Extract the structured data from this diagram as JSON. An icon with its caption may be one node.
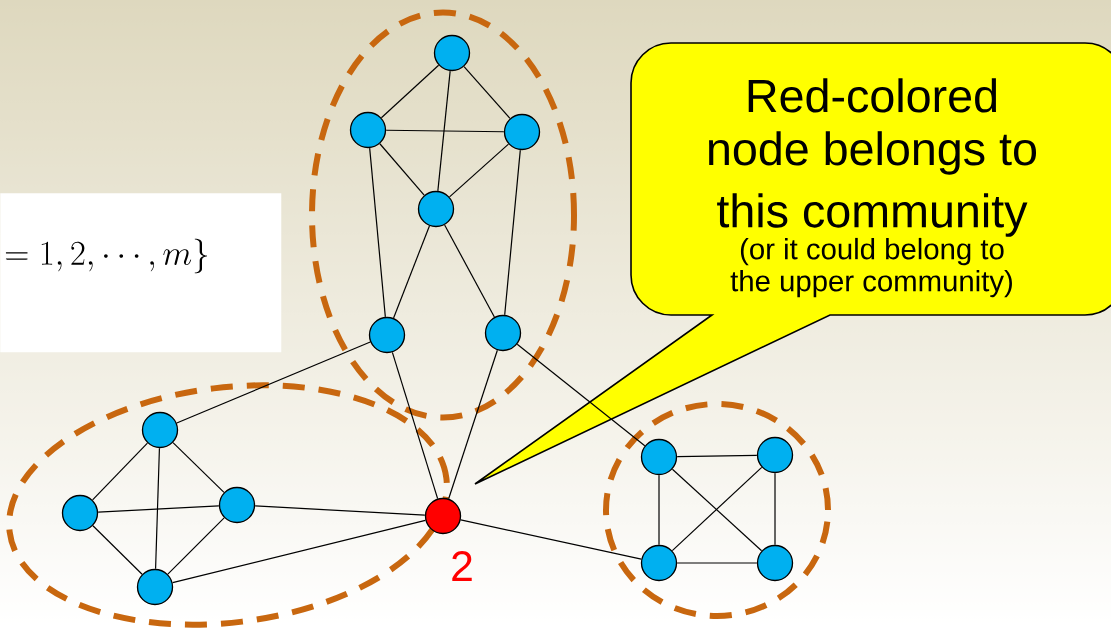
{
  "diagram": {
    "nodes": [
      {
        "text": [],
        "shape": "ellipse"
      },
      {
        "text": [],
        "shape": "circle",
        "in": 0
      },
      {
        "text": [],
        "shape": "circle",
        "in": 0
      },
      {
        "text": [],
        "shape": "circle",
        "in": 0
      },
      {
        "text": [],
        "shape": "circle",
        "in": 0
      },
      {
        "text": [],
        "shape": "circle",
        "in": 0
      },
      {
        "text": [],
        "shape": "circle",
        "in": 0
      },
      {
        "text": [],
        "shape": "ellipse"
      },
      {
        "text": [],
        "shape": "circle",
        "in": 7
      },
      {
        "text": [],
        "shape": "circle",
        "in": 7
      },
      {
        "text": [],
        "shape": "circle",
        "in": 7
      },
      {
        "text": [],
        "shape": "circle",
        "in": 7
      },
      {
        "text": [],
        "shape": "circle",
        "beside": [
          "2"
        ]
      },
      {
        "text": [],
        "shape": "ellipse"
      },
      {
        "text": [],
        "shape": "circle",
        "in": 13
      },
      {
        "text": [],
        "shape": "circle",
        "in": 13
      },
      {
        "text": [],
        "shape": "circle",
        "in": 13
      },
      {
        "text": [],
        "shape": "circle",
        "in": 13
      },
      {
        "text": [
          "Red-colored node belongs to this community",
          "(or it could belong to the upper community)"
        ]
      }
    ],
    "edges": [
      {
        "from": 1,
        "to": 2,
        "arrow": "none"
      },
      {
        "from": 1,
        "to": 3,
        "arrow": "none"
      },
      {
        "from": 1,
        "to": 4,
        "arrow": "none"
      },
      {
        "from": 2,
        "to": 3,
        "arrow": "none"
      },
      {
        "from": 2,
        "to": 4,
        "arrow": "none"
      },
      {
        "from": 3,
        "to": 4,
        "arrow": "none"
      },
      {
        "from": 2,
        "to": 5,
        "arrow": "none"
      },
      {
        "from": 3,
        "to": 6,
        "arrow": "none"
      },
      {
        "from": 4,
        "to": 5,
        "arrow": "none"
      },
      {
        "from": 4,
        "to": 6,
        "arrow": "none"
      },
      {
        "from": 5,
        "to": 8,
        "arrow": "none"
      },
      {
        "from": 5,
        "to": 12,
        "arrow": "none"
      },
      {
        "from": 6,
        "to": 12,
        "arrow": "none"
      },
      {
        "from": 6,
        "to": 14,
        "arrow": "none"
      },
      {
        "from": 8,
        "to": 9,
        "arrow": "none"
      },
      {
        "from": 8,
        "to": 10,
        "arrow": "none"
      },
      {
        "from": 8,
        "to": 11,
        "arrow": "none"
      },
      {
        "from": 9,
        "to": 10,
        "arrow": "none"
      },
      {
        "from": 9,
        "to": 11,
        "arrow": "none"
      },
      {
        "from": 10,
        "to": 11,
        "arrow": "none"
      },
      {
        "from": 10,
        "to": 12,
        "arrow": "none"
      },
      {
        "from": 11,
        "to": 12,
        "arrow": "none"
      },
      {
        "from": 12,
        "to": 16,
        "arrow": "none"
      },
      {
        "from": 14,
        "to": 15,
        "arrow": "none"
      },
      {
        "from": 14,
        "to": 16,
        "arrow": "none"
      },
      {
        "from": 14,
        "to": 17,
        "arrow": "none"
      },
      {
        "from": 15,
        "to": 16,
        "arrow": "none"
      },
      {
        "from": 15,
        "to": 17,
        "arrow": "none"
      },
      {
        "from": 16,
        "to": 17,
        "arrow": "none"
      }
    ],
    "labels": [
      "= 1, 2, \\cdots, m\\}"
    ]
  }
}
